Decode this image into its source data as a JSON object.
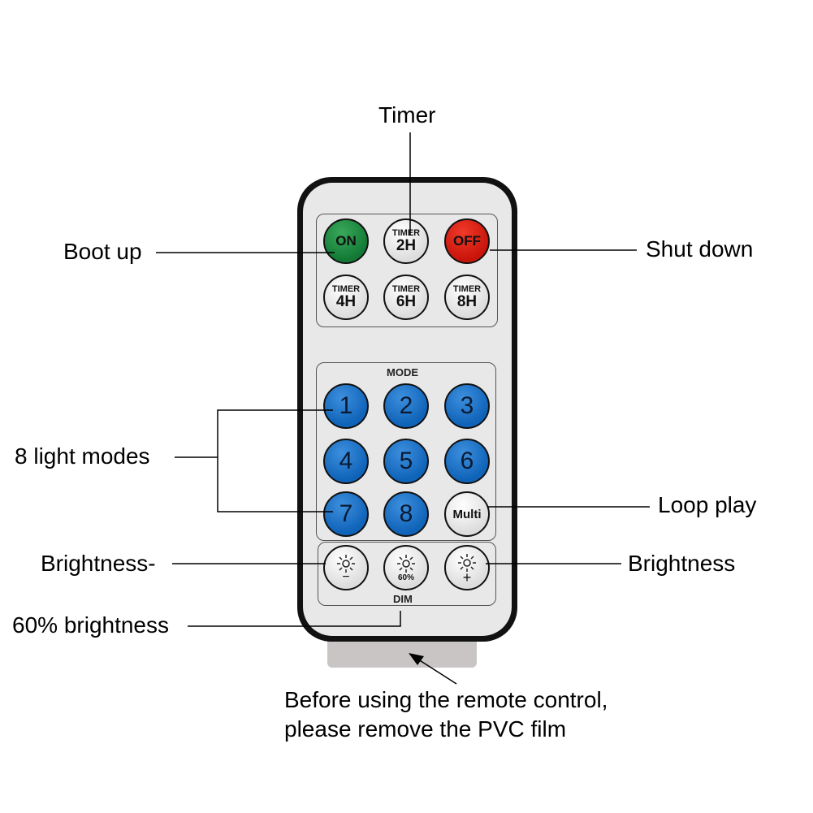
{
  "callouts": {
    "timer": "Timer",
    "boot_up": "Boot up",
    "shut_down": "Shut down",
    "light_modes": "8 light modes",
    "loop_play": "Loop play",
    "brightness_minus": "Brightness-",
    "brightness_plus": "Brightness",
    "dim_60": "60% brightness",
    "note_line1": "Before using the remote control,",
    "note_line2": "please remove the PVC film"
  },
  "remote": {
    "on": "ON",
    "off": "OFF",
    "timer_word": "TIMER",
    "timer_2h": "2H",
    "timer_4h": "4H",
    "timer_6h": "6H",
    "timer_8h": "8H",
    "mode_label": "MODE",
    "modes": [
      "1",
      "2",
      "3",
      "4",
      "5",
      "6",
      "7",
      "8"
    ],
    "multi": "Multi",
    "percent": "60%",
    "dim_label": "DIM",
    "minus": "−",
    "plus": "+"
  },
  "colors": {
    "on": "#148a3c",
    "off": "#d81e10",
    "mode": "#1468bf"
  }
}
